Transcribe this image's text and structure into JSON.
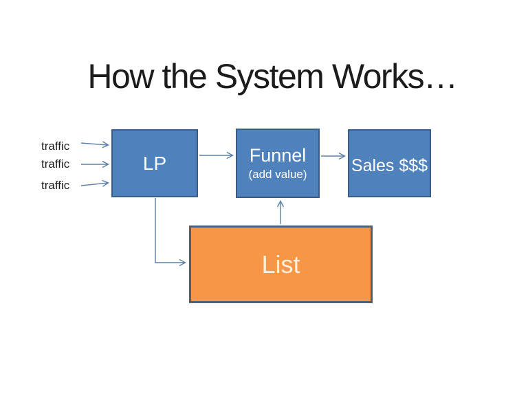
{
  "slide": {
    "title": "How the System Works…"
  },
  "traffic": {
    "labels": [
      "traffic",
      "traffic",
      "traffic"
    ]
  },
  "nodes": {
    "lp": {
      "label": "LP"
    },
    "funnel": {
      "label": "Funnel",
      "sublabel": "(add value)"
    },
    "sales": {
      "label": "Sales $$$"
    },
    "list": {
      "label": "List"
    }
  },
  "colors": {
    "background": "#ffffff",
    "title_text": "#1c1c1c",
    "label_text": "#1c1c1c",
    "blue_box_fill": "#4f81bd",
    "blue_box_border": "#385d8a",
    "blue_box_text": "#ffffff",
    "orange_box_fill": "#f79646",
    "orange_box_border": "#515f75",
    "orange_box_text": "#f7f0dd",
    "arrow": "#5b7ea8"
  }
}
